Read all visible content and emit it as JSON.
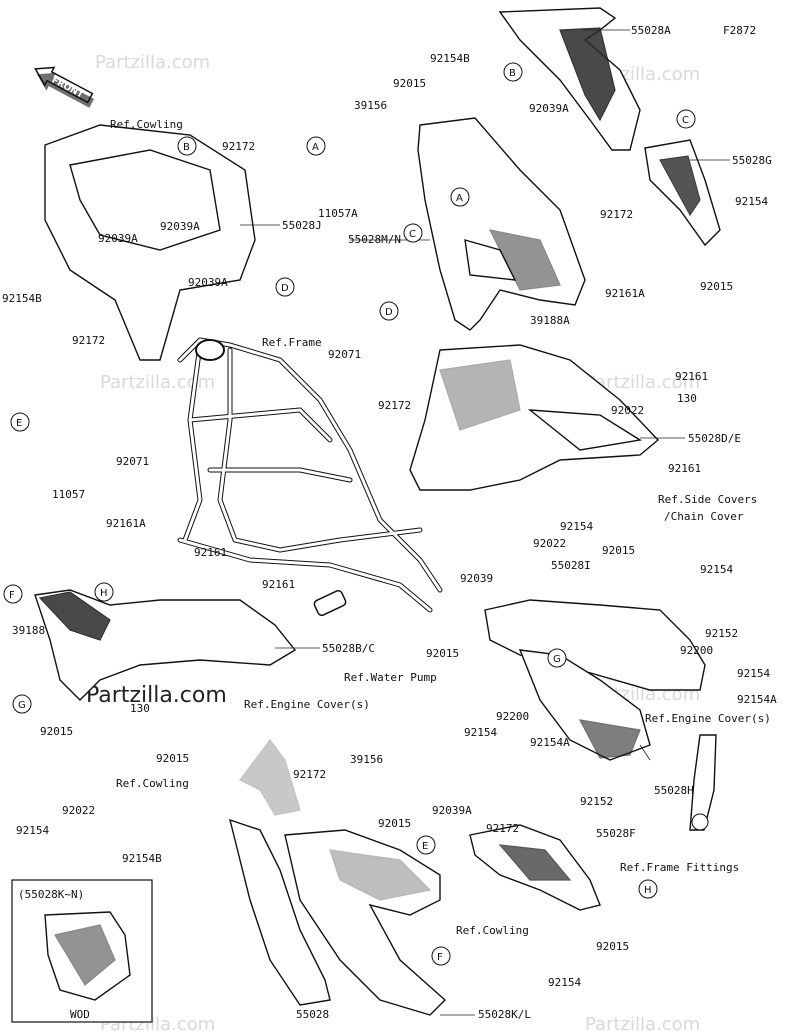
{
  "diagram": {
    "figure_code": "F2872",
    "watermark": "Partzilla.com",
    "front_label": "FRONT",
    "inset_label": "(55028K~N)",
    "inset_sub": "WOD",
    "callouts": [
      "A",
      "B",
      "C",
      "D",
      "E",
      "F",
      "G",
      "H"
    ],
    "labels": [
      "55028A",
      "92154B",
      "92015",
      "39156",
      "92039A",
      "55028G",
      "92172",
      "92154",
      "92015",
      "Ref.Cowling",
      "92172",
      "11057A",
      "55028J",
      "92039A",
      "92039A",
      "92039A",
      "92154B",
      "55028M/N",
      "39188A",
      "92161A",
      "Ref.Frame",
      "92071",
      "92161",
      "130",
      "92022",
      "92172",
      "55028D/E",
      "92161",
      "Ref.Side Covers",
      "/Chain Cover",
      "92172",
      "11057",
      "92071",
      "92161A",
      "92154",
      "92022",
      "92015",
      "92161",
      "92161",
      "55028B/C",
      "39188",
      "92015",
      "92039",
      "55028I",
      "92154",
      "92200",
      "92152",
      "92154A",
      "Ref.Water Pump",
      "Ref.Engine Cover(s)",
      "92015",
      "92022",
      "92154",
      "92200",
      "92154",
      "Ref.Engine Cover(s)",
      "92154A",
      "92152",
      "55028H",
      "Ref.Frame Fittings",
      "Ref.Cowling",
      "92172",
      "39156",
      "92015",
      "92039A",
      "92172",
      "55028F",
      "92154B",
      "92015",
      "55028",
      "55028K/L",
      "Ref.Cowling",
      "92154",
      "130",
      "92015",
      "92154"
    ]
  }
}
